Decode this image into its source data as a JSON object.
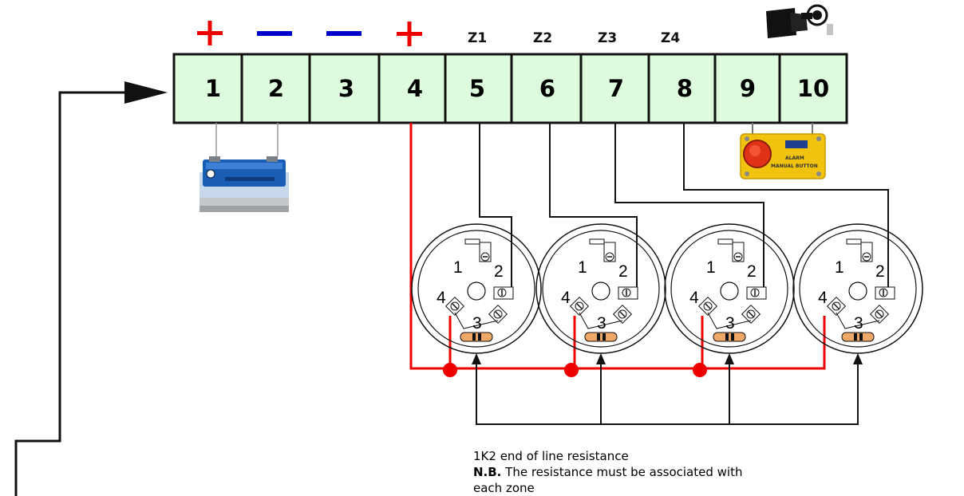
{
  "polarity": {
    "t1": "+",
    "t2": "—",
    "t3": "—",
    "t4": "+"
  },
  "zones": [
    "Z1",
    "Z2",
    "Z3",
    "Z4"
  ],
  "terminals": [
    "1",
    "2",
    "3",
    "4",
    "5",
    "6",
    "7",
    "8",
    "9",
    "10"
  ],
  "detector_base": {
    "pin1": "1",
    "pin2": "2",
    "pin3": "3",
    "pin4": "4"
  },
  "manual_button": {
    "label_line1": "ALARM",
    "label_line2": "MANUAL BUTTON"
  },
  "note": {
    "line1": "1K2 end of line resistance",
    "nb_label": "N.B.",
    "line2": "The resistance must be associated with",
    "line3": "each zone"
  },
  "colors": {
    "terminal_fill": "#ddfbdd",
    "positive_wire": "#ee0000",
    "negative_mark": "#0000cc",
    "signal_wire": "#000000"
  },
  "icons": {
    "doorbell": "doorbell-press-icon",
    "battery": "battery-icon"
  }
}
